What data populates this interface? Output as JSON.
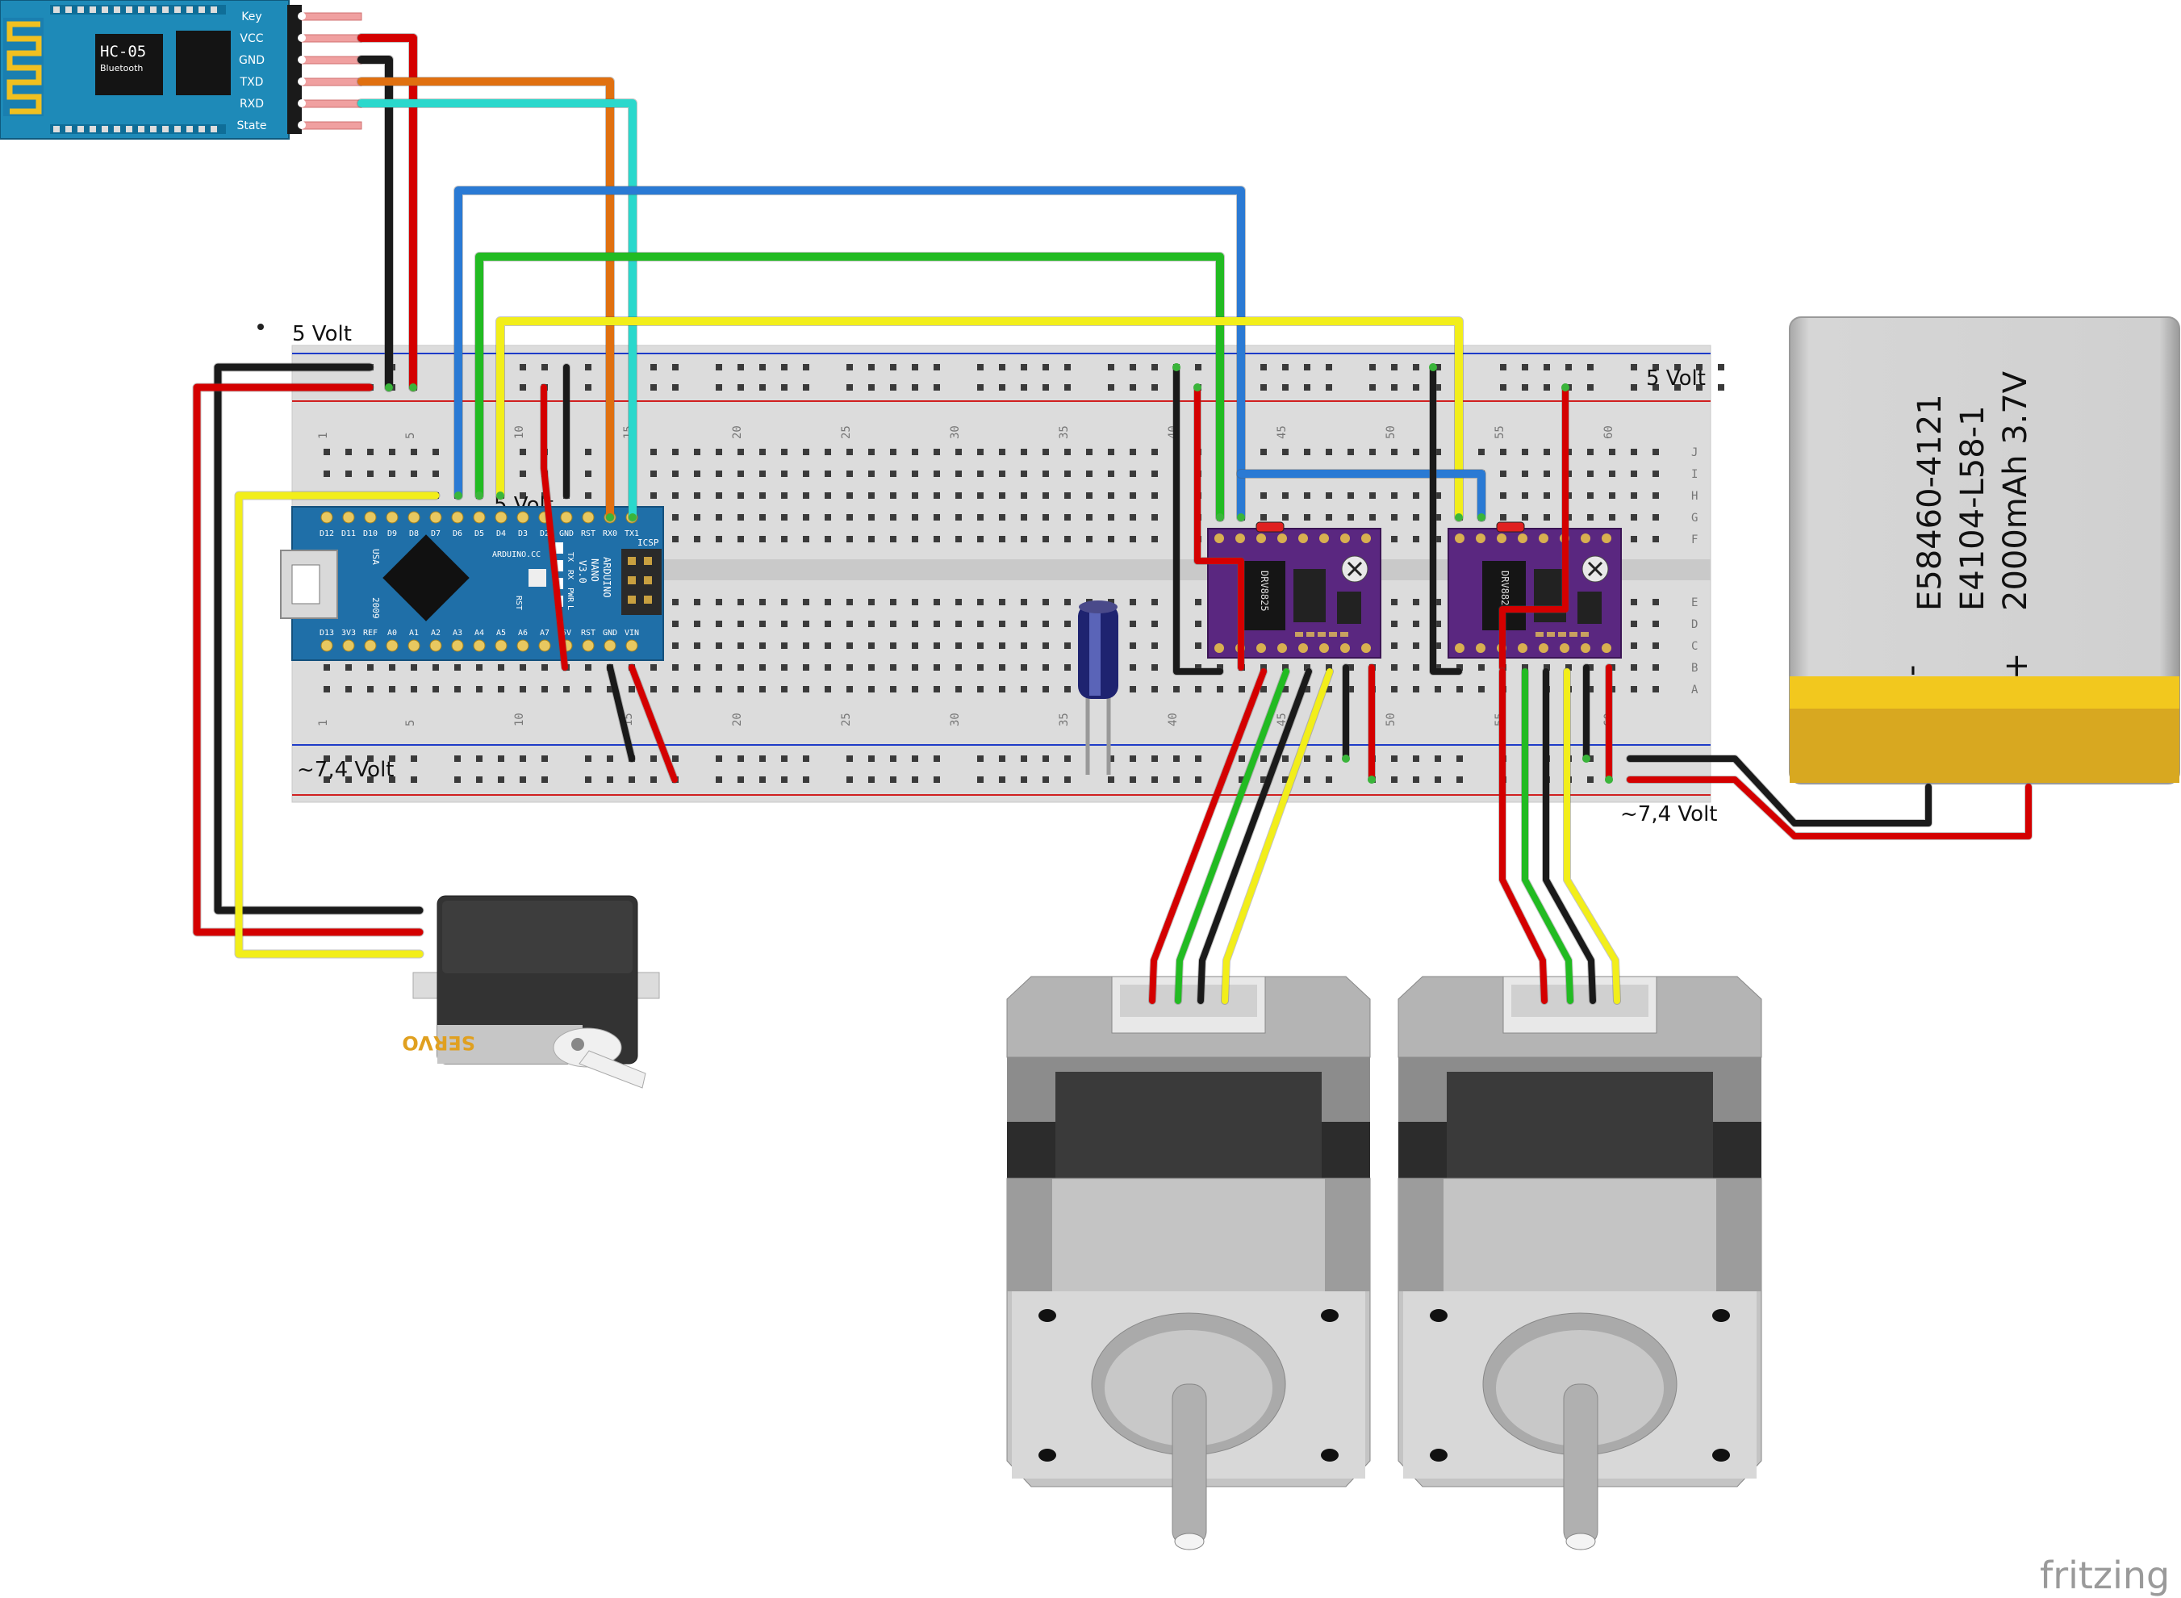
{
  "labels": {
    "v5_top": "5 Volt",
    "v5_right": "5 Volt",
    "v5_nano": "5 Volt",
    "v74_left": "~7,4 Volt",
    "v74_right": "~7,4 Volt",
    "watermark": "fritzing"
  },
  "hc05": {
    "title": "HC-05",
    "subtitle": "Bluetooth",
    "pins": [
      "Key",
      "VCC",
      "GND",
      "TXD",
      "RXD",
      "State"
    ]
  },
  "nano": {
    "name_lines": [
      "ARDUINO",
      "NANO",
      "V3.0"
    ],
    "top_pins": [
      "D12",
      "D11",
      "D10",
      "D9",
      "D8",
      "D7",
      "D6",
      "D5",
      "D4",
      "D3",
      "D2",
      "GND",
      "RST",
      "RX0",
      "TX1"
    ],
    "bottom_pins": [
      "D13",
      "3V3",
      "REF",
      "A0",
      "A1",
      "A2",
      "A3",
      "A4",
      "A5",
      "A6",
      "A7",
      "5V",
      "RST",
      "GND",
      "VIN"
    ],
    "usa": "USA",
    "year": "2009",
    "icsp": "ICSP",
    "arduino_cc": "ARDUINO.CC",
    "leds": [
      "TX",
      "RX",
      "PWR",
      "L"
    ],
    "rst": "RST"
  },
  "driver": {
    "chip": "DRV8825"
  },
  "battery": {
    "lines": [
      "E58460-4121",
      "E4104-L58-1",
      "2000mAh 3.7V"
    ],
    "minus": "-",
    "plus": "+"
  },
  "servo": {
    "label": "SERVO"
  },
  "breadboard": {
    "col_numbers": [
      "1",
      "5",
      "10",
      "15",
      "20",
      "25",
      "30",
      "35",
      "40",
      "45",
      "50",
      "55",
      "60"
    ],
    "rows_top": [
      "J",
      "I",
      "H",
      "G",
      "F"
    ],
    "rows_bottom": [
      "E",
      "D",
      "C",
      "B",
      "A"
    ]
  },
  "colors": {
    "wire_red": "#d40000",
    "wire_black": "#1a1a1a",
    "wire_blue": "#2a7ad4",
    "wire_green": "#22bb22",
    "wire_yellow": "#f2ee1a",
    "wire_orange": "#e07010",
    "wire_cyan": "#2ad8cc",
    "hc05_board": "#1e8ab8",
    "nano_board": "#1f6fa8",
    "driver_board": "#5a2780",
    "battery_body": "#c8c8c8",
    "battery_band": "#e0b020",
    "breadboard": "#d8d8d8"
  }
}
